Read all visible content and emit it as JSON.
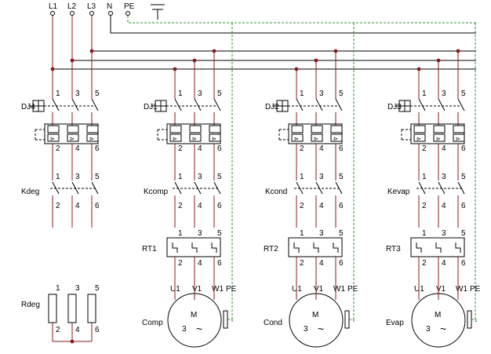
{
  "supply": {
    "lines": [
      "L1",
      "L2",
      "L3",
      "N",
      "PE"
    ]
  },
  "terminals": {
    "top": [
      "1",
      "3",
      "5"
    ],
    "bottom": [
      "2",
      "4",
      "6"
    ]
  },
  "motor": {
    "terminals": [
      "U1",
      "V1",
      "W1"
    ],
    "pe": "PE",
    "m": "M",
    "phase": "3",
    "tilde": "~"
  },
  "branches": [
    {
      "breaker": "DJ4",
      "contactor": "Kdeg",
      "relay": "",
      "load": "Rdeg"
    },
    {
      "breaker": "DJ1",
      "contactor": "Kcomp",
      "relay": "RT1",
      "load": "Comp"
    },
    {
      "breaker": "DJ2",
      "contactor": "Kcond",
      "relay": "RT2",
      "load": "Cond"
    },
    {
      "breaker": "DJ3",
      "contactor": "Kevap",
      "relay": "RT3",
      "load": "Evap"
    }
  ],
  "colors": {
    "wire": "#8B1A1A",
    "pe": "#2e8b2e",
    "ink": "#000000"
  }
}
